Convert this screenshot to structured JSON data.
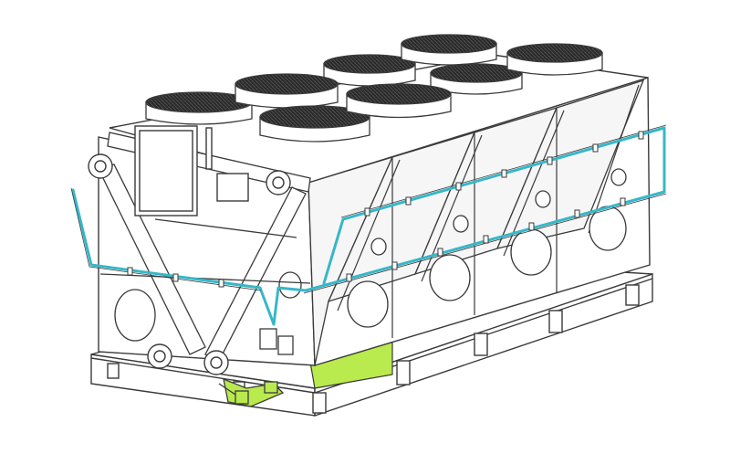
{
  "colors": {
    "outline": "#3a3a3a",
    "body_fill": "#ffffff",
    "shade_fill": "#f2f2f2",
    "fan_dark": "#1e1e1e",
    "pipe": "#36b7c8",
    "green": "#b9ea4e"
  },
  "fans": [
    {
      "name": "fan-front-1"
    },
    {
      "name": "fan-front-2"
    },
    {
      "name": "fan-front-3"
    },
    {
      "name": "fan-front-4"
    },
    {
      "name": "fan-rear-1"
    },
    {
      "name": "fan-rear-2"
    },
    {
      "name": "fan-rear-3"
    },
    {
      "name": "fan-rear-4"
    }
  ],
  "features": [
    "control-cabinet",
    "flanged-connections",
    "spray-pipe-system",
    "skid-base",
    "drip-tray"
  ]
}
